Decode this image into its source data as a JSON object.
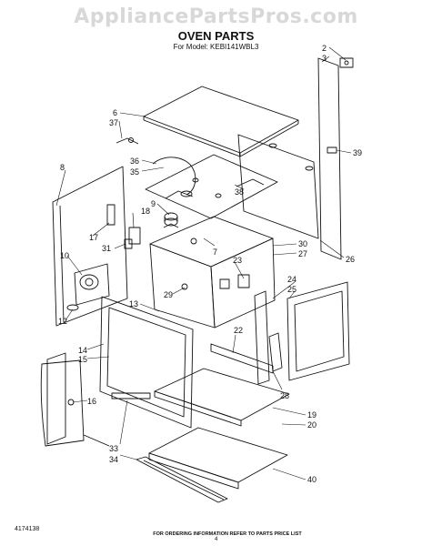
{
  "watermark": "AppliancePartsPros.com",
  "title": "OVEN PARTS",
  "model": "For Model: KEBI141WBL3",
  "footer": "FOR ORDERING INFORMATION REFER TO PARTS PRICE LIST",
  "doc_number": "4174138",
  "page_number": "4",
  "callouts": [
    "2",
    "3",
    "6",
    "37",
    "39",
    "8",
    "36",
    "35",
    "38",
    "9",
    "18",
    "17",
    "7",
    "30",
    "27",
    "26",
    "10",
    "31",
    "23",
    "24",
    "25",
    "29",
    "13",
    "12",
    "22",
    "14",
    "15",
    "28",
    "16",
    "19",
    "20",
    "33",
    "34",
    "40"
  ]
}
